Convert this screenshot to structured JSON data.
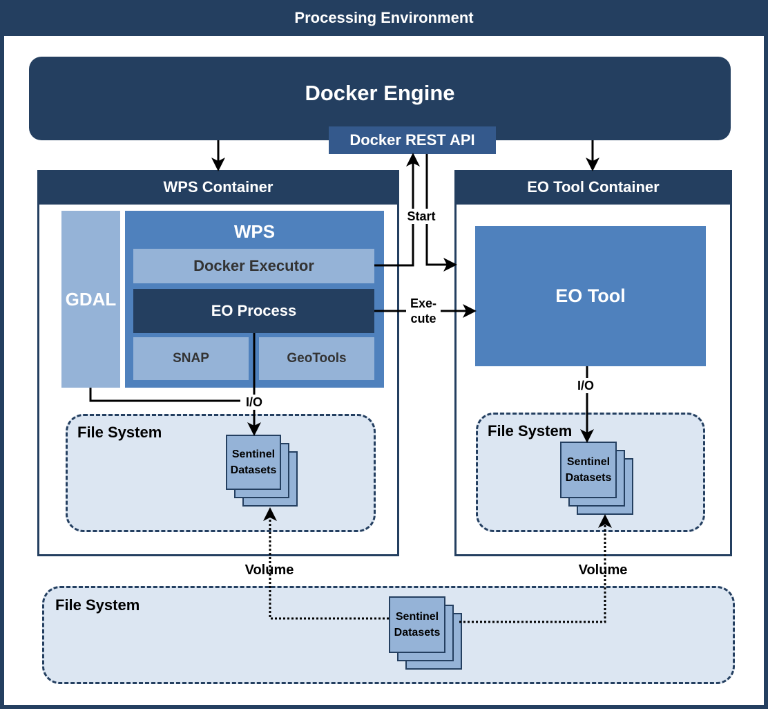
{
  "environment": {
    "title": "Processing Environment"
  },
  "docker_engine": {
    "title": "Docker Engine",
    "api_label": "Docker REST API"
  },
  "wps_container": {
    "title": "WPS Container",
    "gdal": "GDAL",
    "wps": {
      "title": "WPS",
      "docker_executor": "Docker Executor",
      "eo_process": "EO Process",
      "libs": [
        "SNAP",
        "GeoTools"
      ]
    },
    "file_system": {
      "title": "File System",
      "datasets": [
        "Sentinel",
        "Datasets"
      ]
    }
  },
  "eo_tool_container": {
    "title": "EO Tool Container",
    "eo_tool": "EO Tool",
    "file_system": {
      "title": "File System",
      "datasets": [
        "Sentinel",
        "Datasets"
      ]
    }
  },
  "host_file_system": {
    "title": "File System",
    "datasets": [
      "Sentinel",
      "Datasets"
    ]
  },
  "connectors": {
    "start": "Start",
    "execute": [
      "Exe-",
      "cute"
    ],
    "io_wps": "I/O",
    "io_eo": "I/O",
    "volume_wps": "Volume",
    "volume_eo": "Volume"
  },
  "colors": {
    "dark": "#243F60",
    "medium": "#4F81BD",
    "light": "#95B3D7",
    "fs_fill": "#DCE6F2",
    "api": "#34598C"
  }
}
